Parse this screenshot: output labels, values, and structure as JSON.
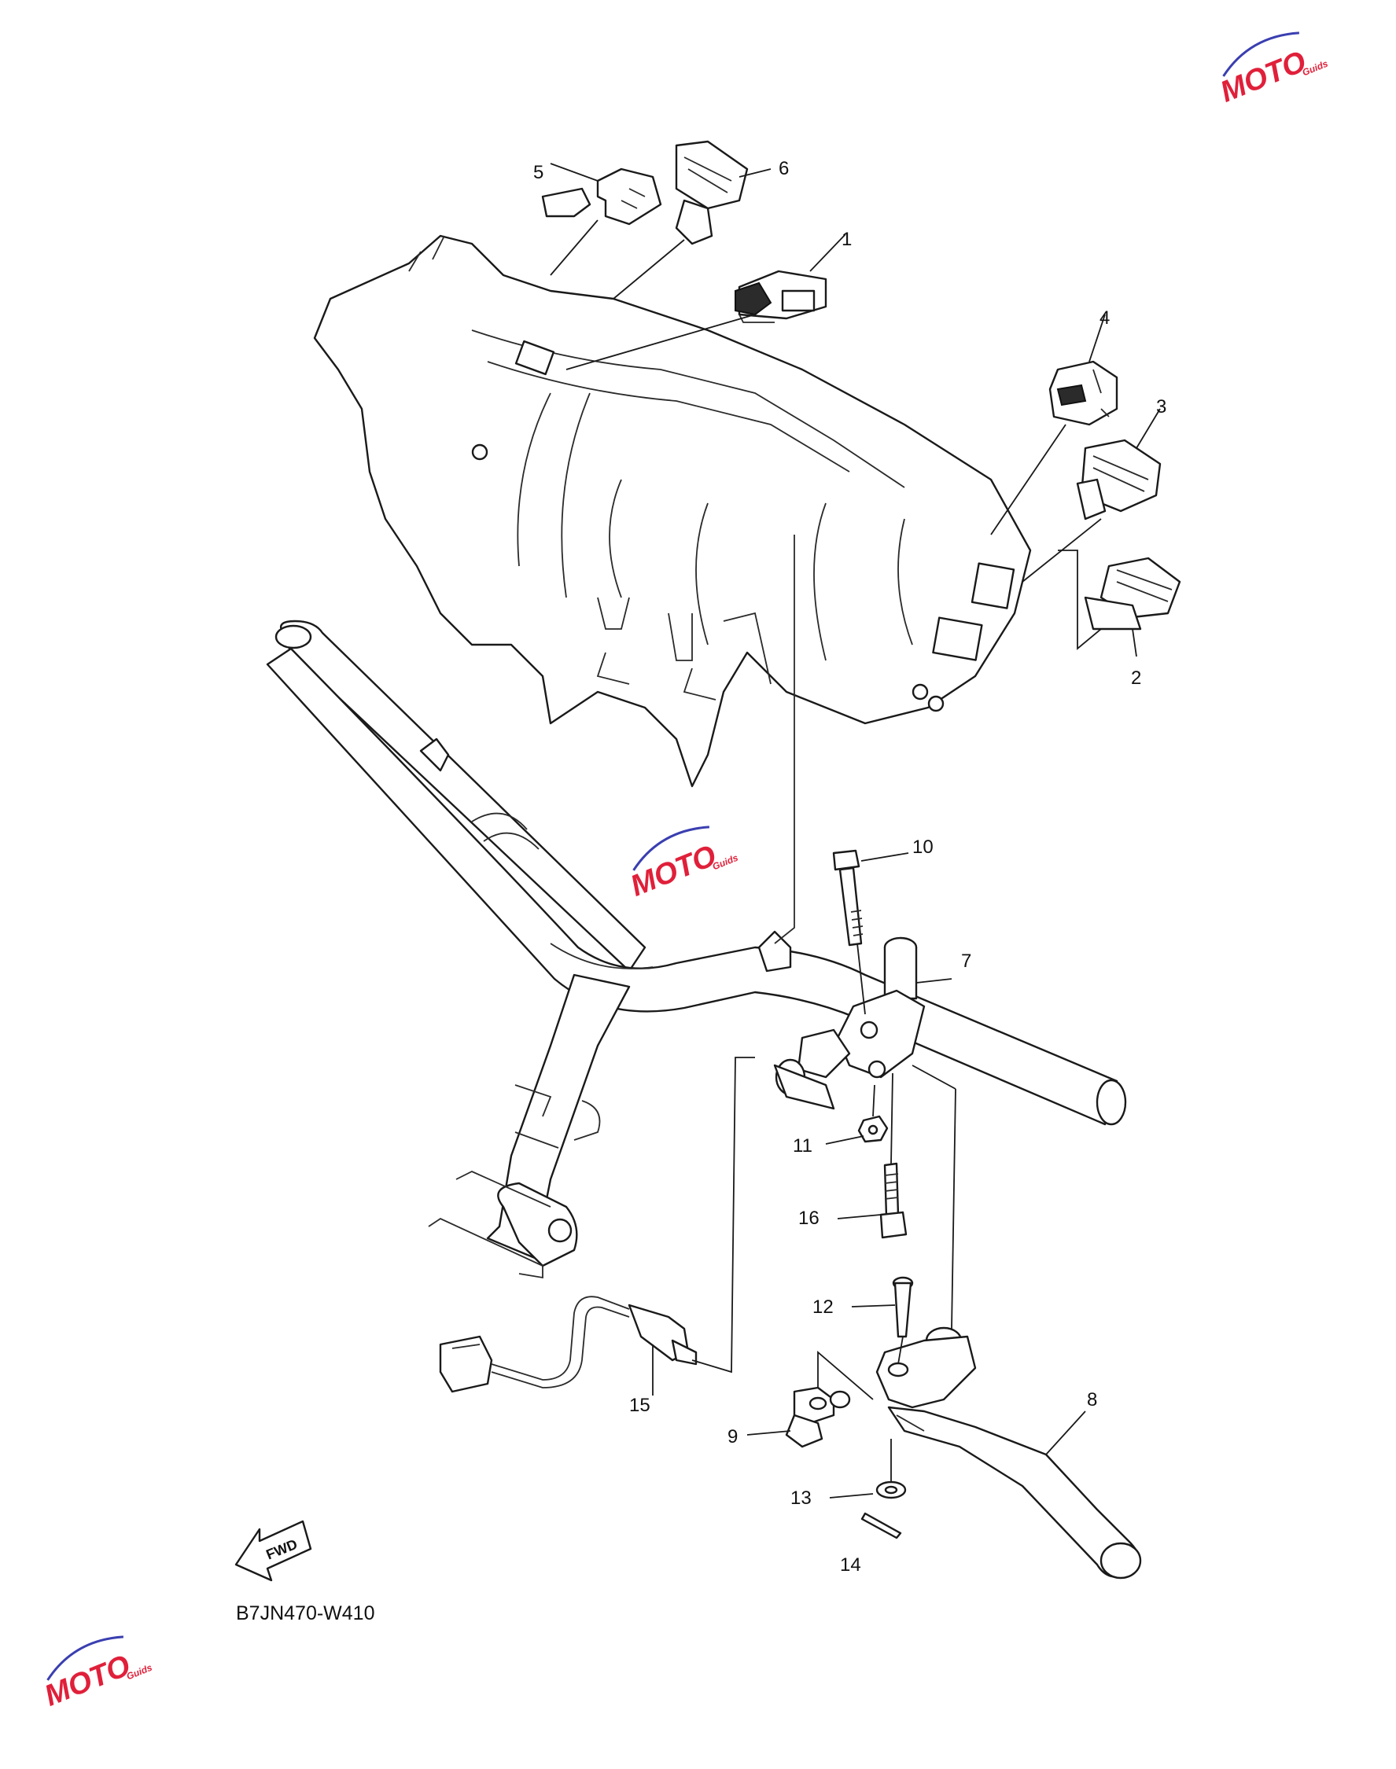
{
  "diagram_code": "B7JN470-W410",
  "direction_label": "FWD",
  "watermark": {
    "main": "MOTO",
    "sub": "Guids",
    "color": "#e0203a",
    "accent": "#3a3fb0"
  },
  "callouts": [
    {
      "id": "1",
      "text": "1"
    },
    {
      "id": "2",
      "text": "2"
    },
    {
      "id": "3",
      "text": "3"
    },
    {
      "id": "4",
      "text": "4"
    },
    {
      "id": "5",
      "text": "5"
    },
    {
      "id": "6",
      "text": "6"
    },
    {
      "id": "7",
      "text": "7"
    },
    {
      "id": "8",
      "text": "8"
    },
    {
      "id": "9",
      "text": "9"
    },
    {
      "id": "10",
      "text": "10"
    },
    {
      "id": "11",
      "text": "11"
    },
    {
      "id": "12",
      "text": "12"
    },
    {
      "id": "13",
      "text": "13"
    },
    {
      "id": "14",
      "text": "14"
    },
    {
      "id": "15",
      "text": "15"
    },
    {
      "id": "16",
      "text": "16"
    }
  ]
}
